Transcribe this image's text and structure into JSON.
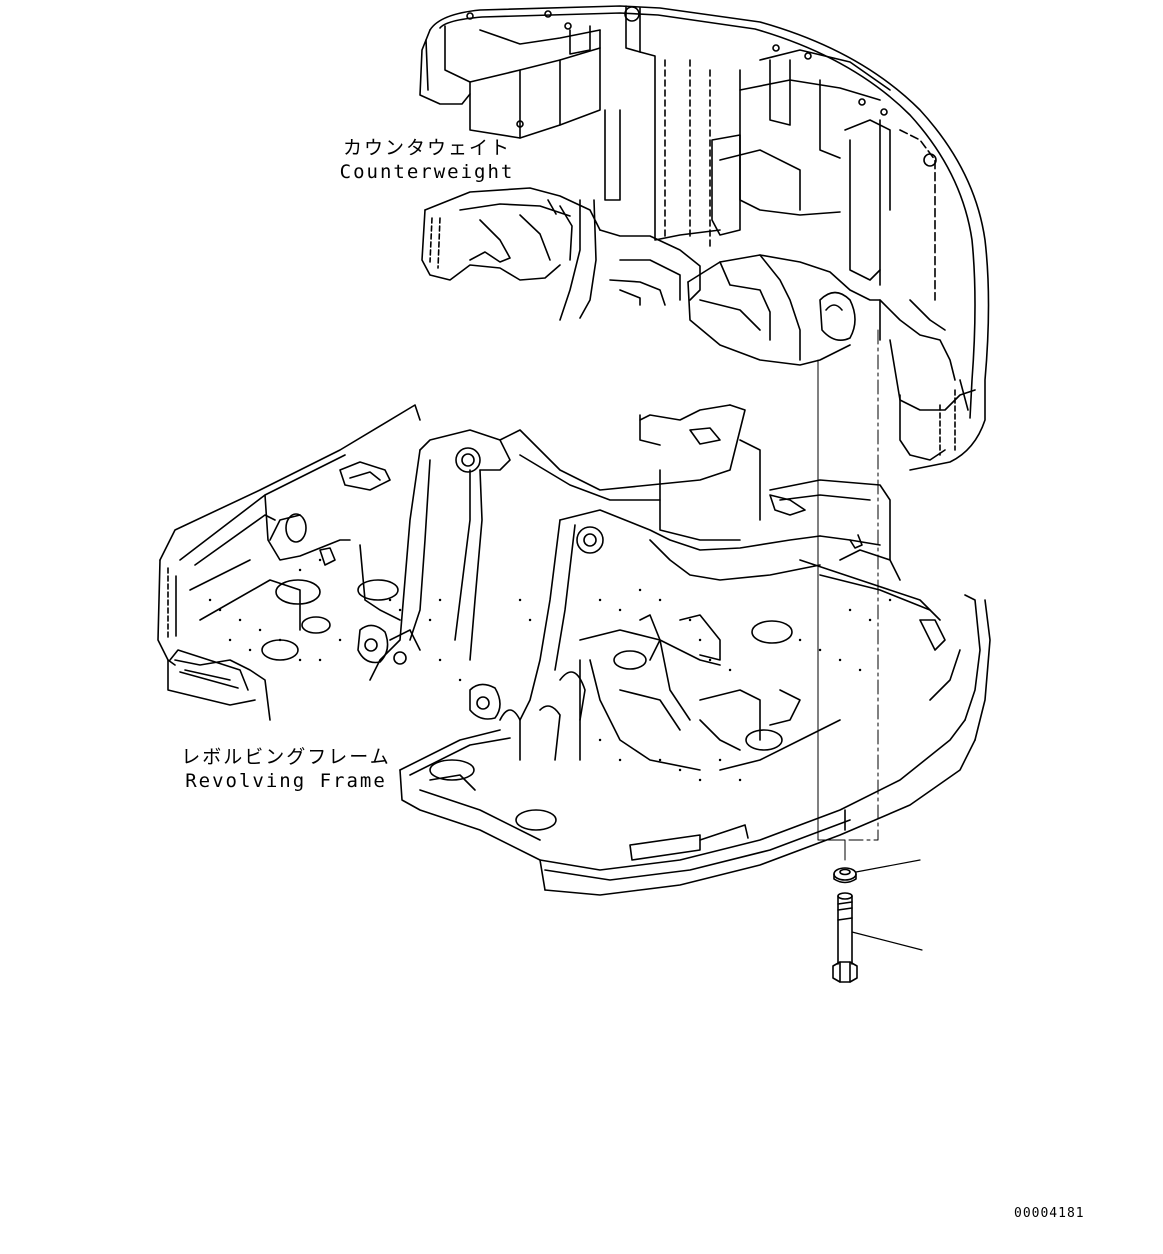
{
  "labels": {
    "counterweight_jp": "カウンタウェイト",
    "counterweight_en": "Counterweight",
    "frame_jp": "レボルビングフレーム",
    "frame_en": "Revolving Frame"
  },
  "drawing_code": "00004181",
  "colors": {
    "line": "#000000",
    "background": "#ffffff"
  }
}
